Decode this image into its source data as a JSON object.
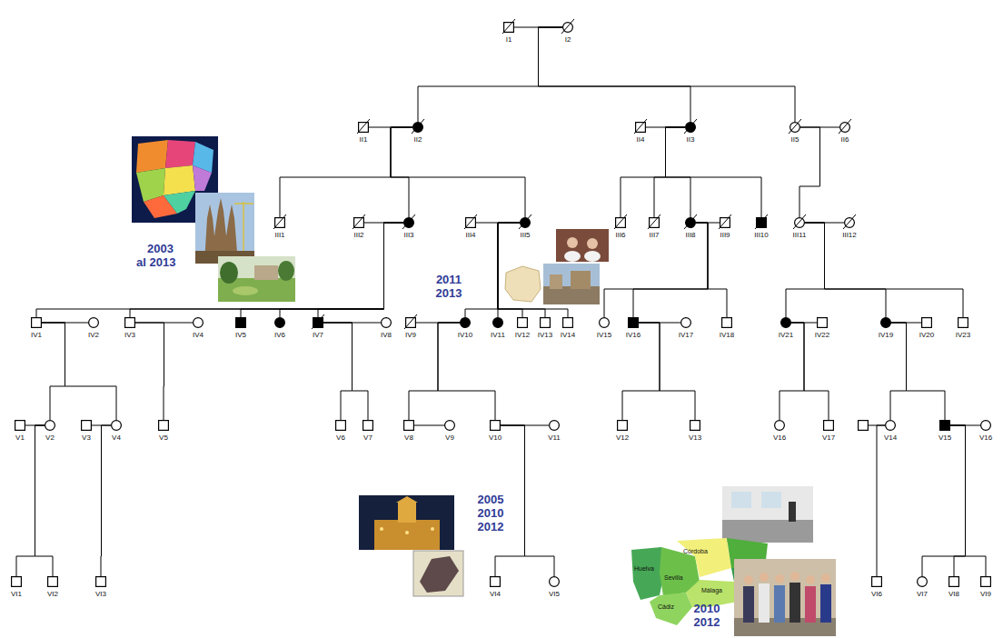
{
  "diagram": {
    "nodes": [
      {
        "text": [
          "I1"
        ]
      },
      {
        "text": [
          "I2"
        ]
      },
      {
        "text": [
          "II1"
        ]
      },
      {
        "text": [
          "II2"
        ]
      },
      {
        "text": [
          "II4"
        ]
      },
      {
        "text": [
          "II3"
        ]
      },
      {
        "text": [
          "II5"
        ]
      },
      {
        "text": [
          "II6"
        ]
      },
      {
        "text": [
          "III1"
        ]
      },
      {
        "text": [
          "III2"
        ]
      },
      {
        "text": [
          "III3"
        ]
      },
      {
        "text": [
          "III4"
        ]
      },
      {
        "text": [
          "III5"
        ]
      },
      {
        "text": [
          "III6"
        ]
      },
      {
        "text": [
          "III7"
        ]
      },
      {
        "text": [
          "III8"
        ]
      },
      {
        "text": [
          "III9"
        ]
      },
      {
        "text": [
          "III10"
        ]
      },
      {
        "text": [
          "III11"
        ]
      },
      {
        "text": [
          "III12"
        ]
      },
      {
        "text": [
          "IV1"
        ]
      },
      {
        "text": [
          "IV2"
        ]
      },
      {
        "text": [
          "IV3"
        ]
      },
      {
        "text": [
          "IV4"
        ]
      },
      {
        "text": [
          "IV5"
        ]
      },
      {
        "text": [
          "IV6"
        ]
      },
      {
        "text": [
          "IV7"
        ]
      },
      {
        "text": [
          "IV8"
        ]
      },
      {
        "text": [
          "IV9"
        ]
      },
      {
        "text": [
          "IV10"
        ]
      },
      {
        "text": [
          "IV11"
        ]
      },
      {
        "text": [
          "IV12"
        ]
      },
      {
        "text": [
          "IV13"
        ]
      },
      {
        "text": [
          "IV14"
        ]
      },
      {
        "text": [
          "IV15"
        ]
      },
      {
        "text": [
          "IV16"
        ]
      },
      {
        "text": [
          "IV17"
        ]
      },
      {
        "text": [
          "IV18"
        ]
      },
      {
        "text": [
          "IV21"
        ]
      },
      {
        "text": [
          "IV22"
        ]
      },
      {
        "text": [
          "IV19"
        ]
      },
      {
        "text": [
          "IV20"
        ]
      },
      {
        "text": [
          "IV23"
        ]
      },
      {
        "text": [
          "V1"
        ]
      },
      {
        "text": [
          "V2"
        ]
      },
      {
        "text": [
          "V3"
        ]
      },
      {
        "text": [
          "V4"
        ]
      },
      {
        "text": [
          "V5"
        ]
      },
      {
        "text": [
          "V6"
        ]
      },
      {
        "text": [
          "V7"
        ]
      },
      {
        "text": [
          "V8"
        ]
      },
      {
        "text": [
          "V9"
        ]
      },
      {
        "text": [
          "V10"
        ]
      },
      {
        "text": [
          "V11"
        ]
      },
      {
        "text": [
          "V12"
        ]
      },
      {
        "text": [
          "V13"
        ]
      },
      {
        "text": [
          "V16"
        ]
      },
      {
        "text": [
          "V17"
        ]
      },
      {
        "text": [
          "V14"
        ]
      },
      {
        "text": [
          "V15"
        ]
      },
      {
        "text": [
          "V16"
        ]
      },
      {
        "text": [
          "VI1"
        ]
      },
      {
        "text": [
          "VI2"
        ]
      },
      {
        "text": [
          "VI3"
        ]
      },
      {
        "text": [
          "VI4"
        ]
      },
      {
        "text": [
          "VI5"
        ]
      },
      {
        "text": [
          "VI6"
        ]
      },
      {
        "text": [
          "VI7"
        ]
      },
      {
        "text": [
          "VI8"
        ]
      },
      {
        "text": [
          "VI9"
        ]
      }
    ],
    "edges": [
      {
        "from": 0,
        "to": 1,
        "arrow": "none"
      },
      {
        "from": 2,
        "to": 3,
        "arrow": "none"
      },
      {
        "from": 4,
        "to": 5,
        "arrow": "none"
      },
      {
        "from": 6,
        "to": 7,
        "arrow": "none"
      },
      {
        "from": 9,
        "to": 10,
        "arrow": "none"
      },
      {
        "from": 11,
        "to": 12,
        "arrow": "none"
      },
      {
        "from": 15,
        "to": 16,
        "arrow": "none"
      },
      {
        "from": 18,
        "to": 19,
        "arrow": "none"
      },
      {
        "from": 20,
        "to": 21,
        "arrow": "none"
      },
      {
        "from": 22,
        "to": 23,
        "arrow": "none"
      },
      {
        "from": 26,
        "to": 27,
        "arrow": "none"
      },
      {
        "from": 28,
        "to": 29,
        "arrow": "none"
      },
      {
        "from": 35,
        "to": 36,
        "arrow": "none"
      },
      {
        "from": 38,
        "to": 39,
        "arrow": "none"
      },
      {
        "from": 40,
        "to": 41,
        "arrow": "none"
      },
      {
        "from": 43,
        "to": 44,
        "arrow": "none"
      },
      {
        "from": 45,
        "to": 46,
        "arrow": "none"
      },
      {
        "from": 50,
        "to": 51,
        "arrow": "none"
      },
      {
        "from": 52,
        "to": 53,
        "arrow": "none"
      },
      {
        "from": 59,
        "to": 60,
        "arrow": "none"
      },
      {
        "from": 1,
        "to": 3,
        "arrow": "none"
      },
      {
        "from": 1,
        "to": 5,
        "arrow": "none"
      },
      {
        "from": 1,
        "to": 6,
        "arrow": "none"
      },
      {
        "from": 3,
        "to": 8,
        "arrow": "none"
      },
      {
        "from": 3,
        "to": 10,
        "arrow": "none"
      },
      {
        "from": 3,
        "to": 12,
        "arrow": "none"
      },
      {
        "from": 5,
        "to": 13,
        "arrow": "none"
      },
      {
        "from": 5,
        "to": 14,
        "arrow": "none"
      },
      {
        "from": 5,
        "to": 15,
        "arrow": "none"
      },
      {
        "from": 5,
        "to": 17,
        "arrow": "none"
      },
      {
        "from": 6,
        "to": 18,
        "arrow": "none"
      },
      {
        "from": 10,
        "to": 20,
        "arrow": "none"
      },
      {
        "from": 10,
        "to": 22,
        "arrow": "none"
      },
      {
        "from": 10,
        "to": 24,
        "arrow": "none"
      },
      {
        "from": 10,
        "to": 25,
        "arrow": "none"
      },
      {
        "from": 10,
        "to": 26,
        "arrow": "none"
      },
      {
        "from": 12,
        "to": 29,
        "arrow": "none"
      },
      {
        "from": 12,
        "to": 30,
        "arrow": "none"
      },
      {
        "from": 12,
        "to": 31,
        "arrow": "none"
      },
      {
        "from": 12,
        "to": 32,
        "arrow": "none"
      },
      {
        "from": 12,
        "to": 33,
        "arrow": "none"
      },
      {
        "from": 15,
        "to": 34,
        "arrow": "none"
      },
      {
        "from": 15,
        "to": 35,
        "arrow": "none"
      },
      {
        "from": 15,
        "to": 37,
        "arrow": "none"
      },
      {
        "from": 18,
        "to": 38,
        "arrow": "none"
      },
      {
        "from": 18,
        "to": 40,
        "arrow": "none"
      },
      {
        "from": 18,
        "to": 42,
        "arrow": "none"
      },
      {
        "from": 20,
        "to": 44,
        "arrow": "none"
      },
      {
        "from": 20,
        "to": 46,
        "arrow": "none"
      },
      {
        "from": 22,
        "to": 47,
        "arrow": "none"
      },
      {
        "from": 26,
        "to": 48,
        "arrow": "none"
      },
      {
        "from": 26,
        "to": 49,
        "arrow": "none"
      },
      {
        "from": 29,
        "to": 50,
        "arrow": "none"
      },
      {
        "from": 29,
        "to": 52,
        "arrow": "none"
      },
      {
        "from": 35,
        "to": 54,
        "arrow": "none"
      },
      {
        "from": 35,
        "to": 55,
        "arrow": "none"
      },
      {
        "from": 38,
        "to": 56,
        "arrow": "none"
      },
      {
        "from": 38,
        "to": 57,
        "arrow": "none"
      },
      {
        "from": 40,
        "to": 58,
        "arrow": "none"
      },
      {
        "from": 40,
        "to": 59,
        "arrow": "none"
      },
      {
        "from": 44,
        "to": 61,
        "arrow": "none"
      },
      {
        "from": 44,
        "to": 62,
        "arrow": "none"
      },
      {
        "from": 46,
        "to": 63,
        "arrow": "none"
      },
      {
        "from": 52,
        "to": 64,
        "arrow": "none"
      },
      {
        "from": 52,
        "to": 65,
        "arrow": "none"
      },
      {
        "from": 58,
        "to": 66,
        "arrow": "none"
      },
      {
        "from": 59,
        "to": 67,
        "arrow": "none"
      },
      {
        "from": 59,
        "to": 68,
        "arrow": "none"
      },
      {
        "from": 59,
        "to": 69,
        "arrow": "none"
      }
    ],
    "labels": [
      "2003 al 2013",
      "2011 2013",
      "2005 2010 2012",
      "2010 2012",
      "Córdoba",
      "Huelva",
      "Sevilla",
      "Cádiz",
      "Málaga"
    ]
  }
}
